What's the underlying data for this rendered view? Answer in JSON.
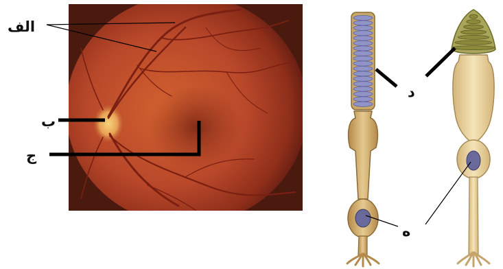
{
  "labels": {
    "vessels": "الف",
    "optic_disc": "ب",
    "fovea": "ج",
    "outer_segments": "د",
    "nucleus": "ه"
  },
  "colors": {
    "fundus_base": "#a63a1c",
    "fundus_light": "#e07a4a",
    "rod_disks": "#8f93c6",
    "cone_disks": "#8c8a3a",
    "cell_body": "#d8b57a",
    "nucleus": "#6a6a9a"
  }
}
